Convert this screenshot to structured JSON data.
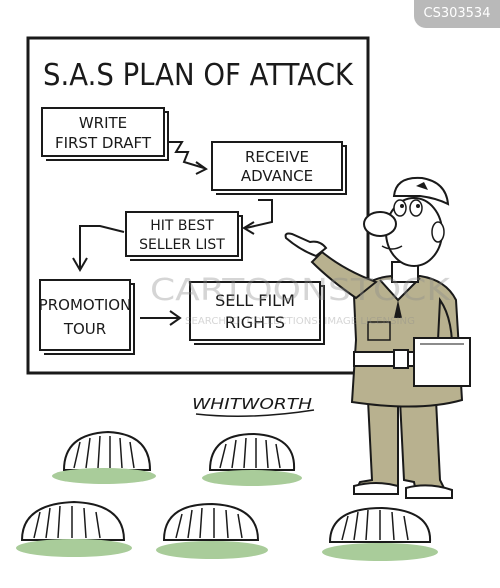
{
  "image_id_badge": "CS303534",
  "board": {
    "title": "S.A.S  PLAN OF ATTACK",
    "boxes": {
      "write_first_draft": [
        "WRITE",
        "FIRST DRAFT"
      ],
      "receive_advance": [
        "RECEIVE",
        "ADVANCE"
      ],
      "hit_best_seller": [
        "HIT BEST",
        "SELLER LIST"
      ],
      "promotion_tour": [
        "PROMOTION",
        "TOUR"
      ],
      "sell_film_rights": [
        "SELL FILM",
        "RIGHTS"
      ]
    }
  },
  "signature": "WHITWORTH",
  "watermark": {
    "main": "CARTOONSTOCK",
    "sub": "SEARCH ID: COLLECTIONS: IMAGE LICENSING"
  },
  "colors": {
    "ink": "#1a1a1a",
    "uniform": "#b8b18f",
    "grass": "#a9cc9a",
    "skin": "#ffffff",
    "badge_bg": "#b9b9b9"
  }
}
